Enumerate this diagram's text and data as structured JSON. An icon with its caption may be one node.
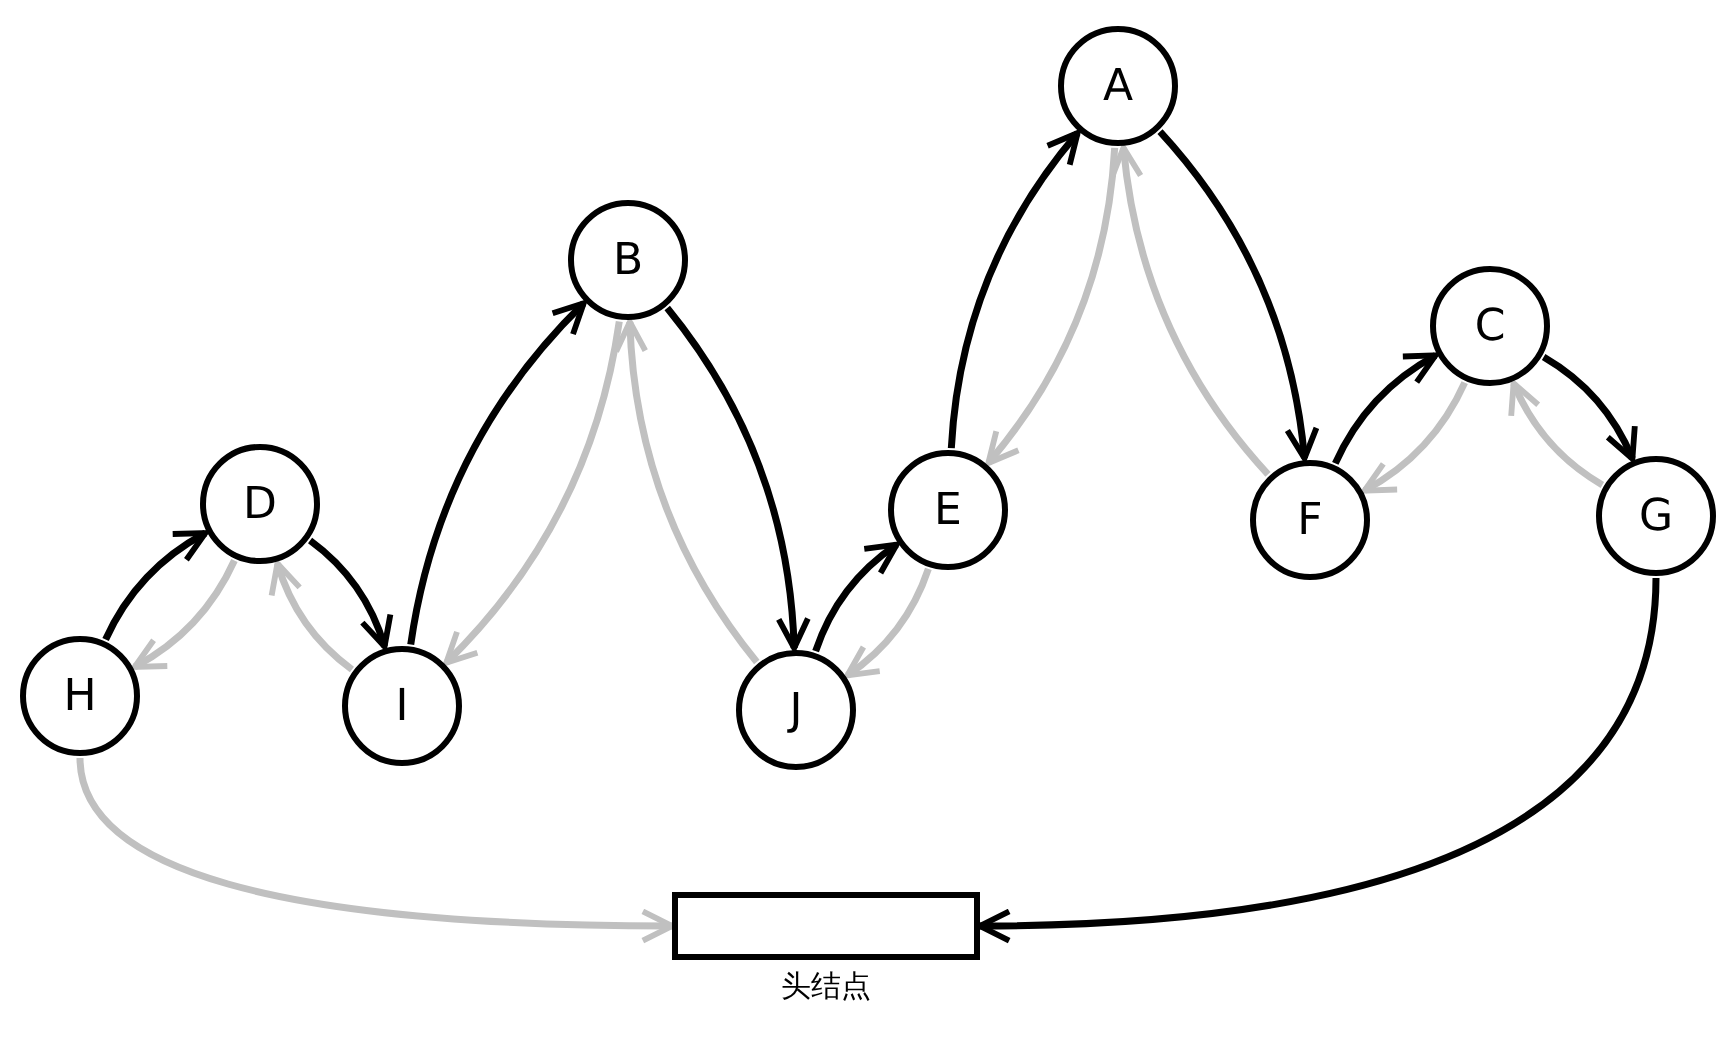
{
  "diagram": {
    "nodes": [
      {
        "text": [
          "A"
        ]
      },
      {
        "text": [
          "B"
        ]
      },
      {
        "text": [
          "C"
        ]
      },
      {
        "text": [
          "D"
        ]
      },
      {
        "text": [
          "E"
        ]
      },
      {
        "text": [
          "F"
        ]
      },
      {
        "text": [
          "G"
        ]
      },
      {
        "text": [
          "H"
        ]
      },
      {
        "text": [
          "I"
        ]
      },
      {
        "text": [
          "J"
        ]
      },
      {
        "text": [],
        "shape": "box",
        "beside": [
          "头结点"
        ]
      }
    ],
    "edges": [
      {
        "from": 7,
        "to": 3,
        "arrow": "to"
      },
      {
        "from": 3,
        "to": 8,
        "arrow": "to"
      },
      {
        "from": 8,
        "to": 1,
        "arrow": "to"
      },
      {
        "from": 1,
        "to": 9,
        "arrow": "to"
      },
      {
        "from": 9,
        "to": 4,
        "arrow": "to"
      },
      {
        "from": 4,
        "to": 0,
        "arrow": "to"
      },
      {
        "from": 0,
        "to": 5,
        "arrow": "to"
      },
      {
        "from": 5,
        "to": 2,
        "arrow": "to"
      },
      {
        "from": 2,
        "to": 6,
        "arrow": "to"
      },
      {
        "from": 6,
        "to": 10,
        "arrow": "to"
      },
      {
        "from": 3,
        "to": 7,
        "arrow": "to",
        "color": "#c0c0c0"
      },
      {
        "from": 8,
        "to": 3,
        "arrow": "to",
        "color": "#c0c0c0"
      },
      {
        "from": 1,
        "to": 8,
        "arrow": "to",
        "color": "#c0c0c0"
      },
      {
        "from": 9,
        "to": 1,
        "arrow": "to",
        "color": "#c0c0c0"
      },
      {
        "from": 4,
        "to": 9,
        "arrow": "to",
        "color": "#c0c0c0"
      },
      {
        "from": 0,
        "to": 4,
        "arrow": "to",
        "color": "#c0c0c0"
      },
      {
        "from": 5,
        "to": 0,
        "arrow": "to",
        "color": "#c0c0c0"
      },
      {
        "from": 2,
        "to": 5,
        "arrow": "to",
        "color": "#c0c0c0"
      },
      {
        "from": 6,
        "to": 2,
        "arrow": "to",
        "color": "#c0c0c0"
      },
      {
        "from": 7,
        "to": 10,
        "arrow": "to",
        "color": "#c0c0c0"
      }
    ]
  }
}
